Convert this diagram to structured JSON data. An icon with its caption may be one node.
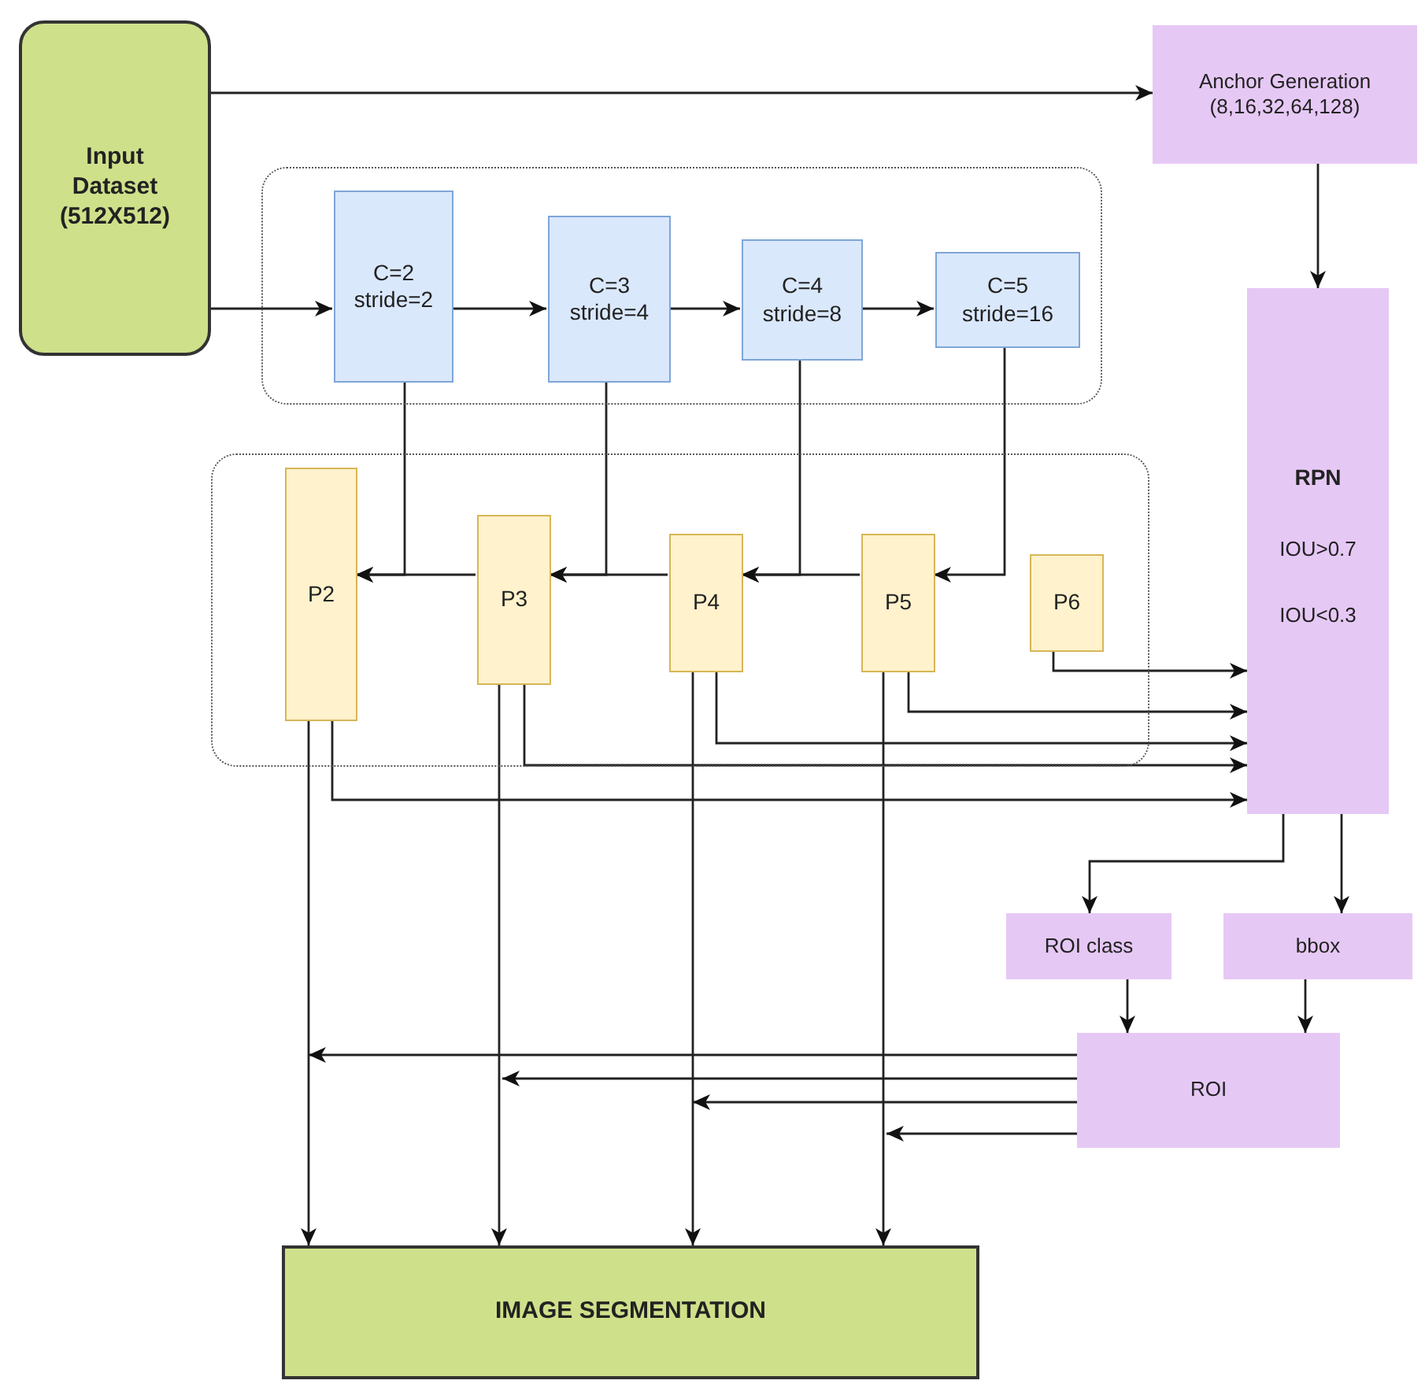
{
  "diagram": {
    "nodes": [
      {
        "text": [
          "Input Dataset (512X512)"
        ]
      },
      {
        "text": [
          "Anchor Generation (8,16,32,64,128)"
        ]
      },
      {
        "text": [],
        "shape": "box"
      },
      {
        "text": [
          "C=2",
          "stride=2"
        ],
        "in": 2
      },
      {
        "text": [
          "C=3",
          "stride=4"
        ],
        "in": 2
      },
      {
        "text": [
          "C=4",
          "stride=8"
        ],
        "in": 2
      },
      {
        "text": [
          "C=5",
          "stride=16"
        ],
        "in": 2
      },
      {
        "text": [],
        "shape": "box"
      },
      {
        "text": [
          "P2"
        ],
        "in": 7
      },
      {
        "text": [
          "P3"
        ],
        "in": 7
      },
      {
        "text": [
          "P4"
        ],
        "in": 7
      },
      {
        "text": [
          "P5"
        ],
        "in": 7
      },
      {
        "text": [
          "P6"
        ],
        "in": 7
      },
      {
        "text": [
          "RPN",
          "IOU>0.7",
          "IOU<0.3"
        ]
      },
      {
        "text": [
          "ROI class"
        ]
      },
      {
        "text": [
          "bbox"
        ]
      },
      {
        "text": [
          "ROI"
        ]
      },
      {
        "text": [
          "IMAGE SEGMENTATION"
        ]
      }
    ],
    "edges": [
      {
        "from": 0,
        "to": 1,
        "arrow": "to"
      },
      {
        "from": 0,
        "to": 3,
        "arrow": "to"
      },
      {
        "from": 3,
        "to": 4,
        "arrow": "to"
      },
      {
        "from": 4,
        "to": 5,
        "arrow": "to"
      },
      {
        "from": 5,
        "to": 6,
        "arrow": "to"
      },
      {
        "from": 1,
        "to": 13,
        "arrow": "to"
      },
      {
        "from": 3,
        "to": 8,
        "arrow": "to"
      },
      {
        "from": 9,
        "to": 8,
        "arrow": "to"
      },
      {
        "from": 4,
        "to": 9,
        "arrow": "to"
      },
      {
        "from": 10,
        "to": 9,
        "arrow": "to"
      },
      {
        "from": 5,
        "to": 10,
        "arrow": "to"
      },
      {
        "from": 11,
        "to": 10,
        "arrow": "to"
      },
      {
        "from": 6,
        "to": 11,
        "arrow": "to"
      },
      {
        "from": 12,
        "to": 13,
        "arrow": "to"
      },
      {
        "from": 11,
        "to": 13,
        "arrow": "to"
      },
      {
        "from": 10,
        "to": 13,
        "arrow": "to"
      },
      {
        "from": 9,
        "to": 13,
        "arrow": "to"
      },
      {
        "from": 8,
        "to": 13,
        "arrow": "to"
      },
      {
        "from": 8,
        "to": 17,
        "arrow": "to"
      },
      {
        "from": 9,
        "to": 17,
        "arrow": "to"
      },
      {
        "from": 10,
        "to": 17,
        "arrow": "to"
      },
      {
        "from": 11,
        "to": 17,
        "arrow": "to"
      },
      {
        "from": 13,
        "to": 14,
        "arrow": "to"
      },
      {
        "from": 13,
        "to": 15,
        "arrow": "to"
      },
      {
        "from": 14,
        "to": 16,
        "arrow": "to"
      },
      {
        "from": 15,
        "to": 16,
        "arrow": "to"
      },
      {
        "from": 16,
        "to": null,
        "arrow": "to"
      },
      {
        "from": 16,
        "to": null,
        "arrow": "to"
      },
      {
        "from": 16,
        "to": null,
        "arrow": "to"
      },
      {
        "from": 16,
        "to": null,
        "arrow": "to"
      }
    ]
  }
}
